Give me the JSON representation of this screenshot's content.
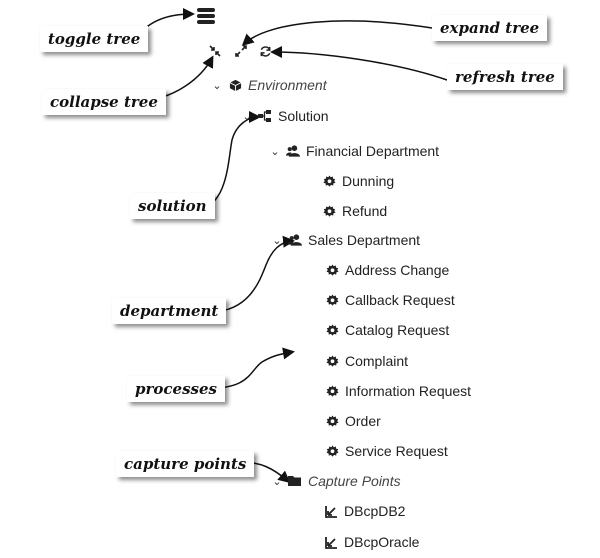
{
  "callouts": {
    "toggle_tree": "toggle tree",
    "expand_tree": "expand tree",
    "collapse_tree": "collapse tree",
    "refresh_tree": "refresh tree",
    "solution": "solution",
    "department": "department",
    "processes": "processes",
    "capture_points": "capture points"
  },
  "tree": {
    "environment": "Environment",
    "solution": "Solution",
    "financial_department": {
      "label": "Financial Department",
      "processes": [
        "Dunning",
        "Refund"
      ]
    },
    "sales_department": {
      "label": "Sales Department",
      "processes": [
        "Address Change",
        "Callback Request",
        "Catalog Request",
        "Complaint",
        "Information Request",
        "Order",
        "Service Request"
      ]
    },
    "capture_points": {
      "label": "Capture Points",
      "items": [
        "DBcpDB2",
        "DBcpOracle"
      ]
    }
  },
  "icons": {
    "toggle": "hamburger-icon",
    "collapse": "collapse-arrows-icon",
    "expand": "expand-arrows-icon",
    "refresh": "refresh-icon",
    "environment": "cube-icon",
    "solution": "solution-icon",
    "department": "user-group-icon",
    "process": "gear-icon",
    "folder": "folder-icon",
    "capture_point": "capture-point-icon",
    "chevron": "chevron-down-icon"
  },
  "colors": {
    "text": "#222222",
    "icon": "#222222",
    "callout_shadow": "#00000073"
  }
}
